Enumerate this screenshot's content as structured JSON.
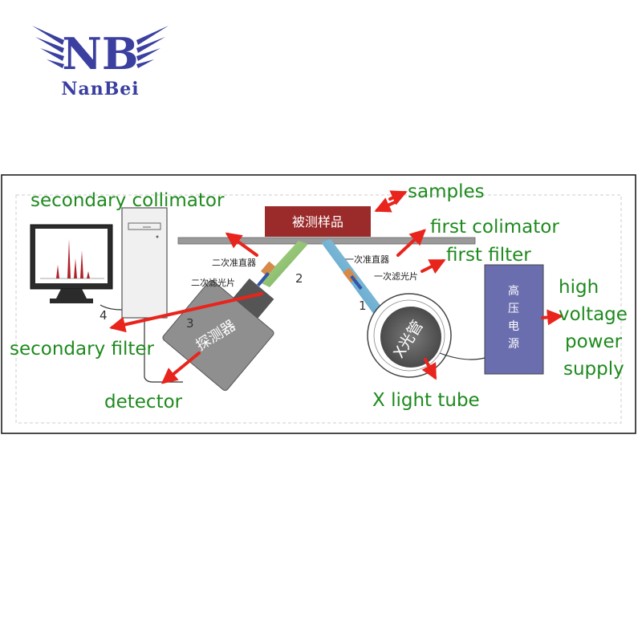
{
  "brand": {
    "monogram": "NB",
    "name": "NanBei",
    "color": "#3a3fa0"
  },
  "diagram": {
    "sample_block": "被测样品",
    "power_box": [
      "高",
      "压",
      "电",
      "源"
    ],
    "detector_box": "探测器",
    "tube_text": "X光管",
    "chinese_labels": {
      "secondary_collimator": "二次准直器",
      "secondary_filter": "二次滤光片",
      "first_collimator": "一次准直器",
      "first_filter": "一次滤光片"
    },
    "numbers": [
      "1",
      "2",
      "3",
      "4"
    ],
    "english_labels": {
      "secondary_collimator": "secondary collimator",
      "samples": "samples",
      "first_colimator": "first colimator",
      "first_filter": "first filter",
      "high_voltage": [
        "high",
        "voltage",
        "power",
        "supply"
      ],
      "secondary_filter": "secondary filter",
      "detector": "detector",
      "x_light_tube": "X light tube"
    },
    "colors": {
      "label_green": "#1e8a1e",
      "arrow_red": "#e8241c",
      "sample_red": "#9b2a2a",
      "power_blue": "#6a6eae",
      "detector_gray": "#8f8f8f"
    }
  }
}
